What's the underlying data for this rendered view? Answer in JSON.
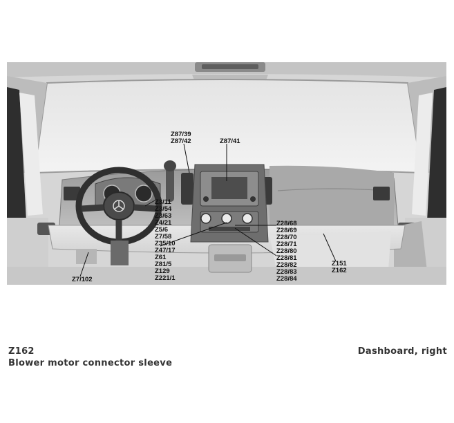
{
  "diagram": {
    "labels": {
      "z87_39": "Z87/39",
      "z87_42": "Z87/42",
      "z87_41": "Z87/41",
      "z3_11": "Z3/11",
      "z3_54": "Z3/54",
      "z3_63": "Z3/63",
      "z4_21": "Z4/21",
      "z5_6": "Z5/6",
      "z7_58": "Z7/58",
      "z35_10": "Z35/10",
      "z47_17": "Z47/17",
      "z61": "Z61",
      "z81_5": "Z81/5",
      "z129": "Z129",
      "z221_1": "Z221/1",
      "z28_68": "Z28/68",
      "z28_69": "Z28/69",
      "z28_70": "Z28/70",
      "z28_71": "Z28/71",
      "z28_80": "Z28/80",
      "z28_81": "Z28/81",
      "z28_82": "Z28/82",
      "z28_83": "Z28/83",
      "z28_84": "Z28/84",
      "z151": "Z151",
      "z162": "Z162",
      "z7_102": "Z7/102"
    }
  },
  "caption": {
    "code": "Z162",
    "description": "Blower motor connector sleeve",
    "location": "Dashboard, right"
  }
}
